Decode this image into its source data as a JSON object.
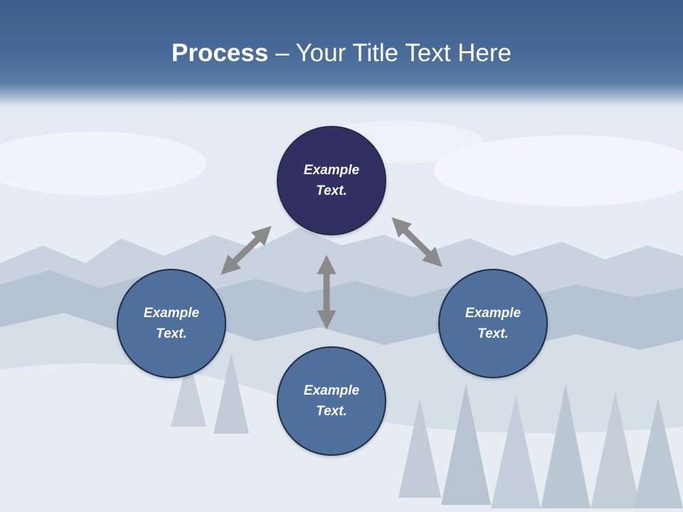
{
  "slide": {
    "title_bold": "Process",
    "title_dash": "–",
    "title_rest": "Your Title Text Here"
  },
  "diagram": {
    "nodes": [
      {
        "id": "top",
        "label": "Example Text."
      },
      {
        "id": "left",
        "label": "Example Text."
      },
      {
        "id": "right",
        "label": "Example Text."
      },
      {
        "id": "bottom",
        "label": "Example Text."
      }
    ],
    "connections": [
      {
        "from": "top",
        "to": "left",
        "type": "bidirectional"
      },
      {
        "from": "top",
        "to": "right",
        "type": "bidirectional"
      },
      {
        "from": "top",
        "to": "bottom",
        "type": "bidirectional"
      }
    ]
  },
  "colors": {
    "header": "#4a6d9a",
    "center_node": "#323063",
    "outer_node": "#4f6f9d",
    "node_border": "#1f2d45",
    "arrow": "#8a8a8a"
  }
}
